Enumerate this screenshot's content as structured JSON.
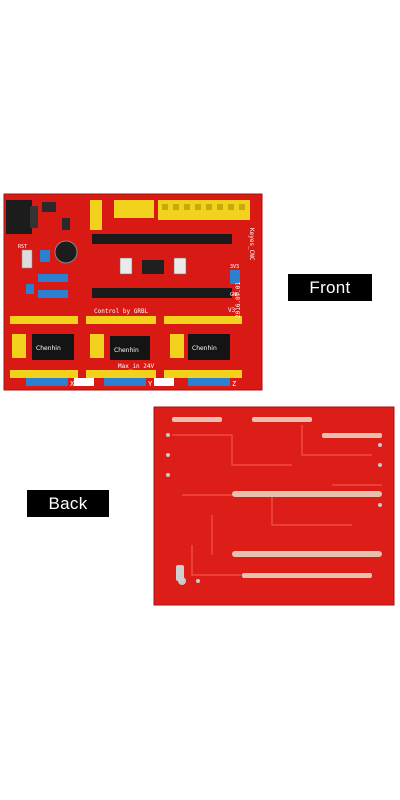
{
  "labels": {
    "front": "Front",
    "back": "Back"
  },
  "front_board": {
    "silkscreen": {
      "control": "Control by GRBL",
      "version": "Keyes_CNC",
      "date": "2016.07.01",
      "rev": "V3",
      "voltage": "Max_in 24V",
      "rst": "RST",
      "gnd": "GND",
      "v33": "3V3",
      "x": "X",
      "y": "Y",
      "z": "Z",
      "cap_label_1": "Chenhin",
      "cap_label_2": "Chenhin",
      "cap_label_3": "Chenhin"
    }
  },
  "colors": {
    "pcb_red": "#d91a14",
    "pcb_red_dark": "#b51410",
    "header_black": "#1a1a1a",
    "header_yellow": "#f2d21c",
    "header_blue": "#2d7fd0",
    "background": "#ffffff",
    "label_bg": "#000000",
    "label_text": "#ffffff"
  }
}
